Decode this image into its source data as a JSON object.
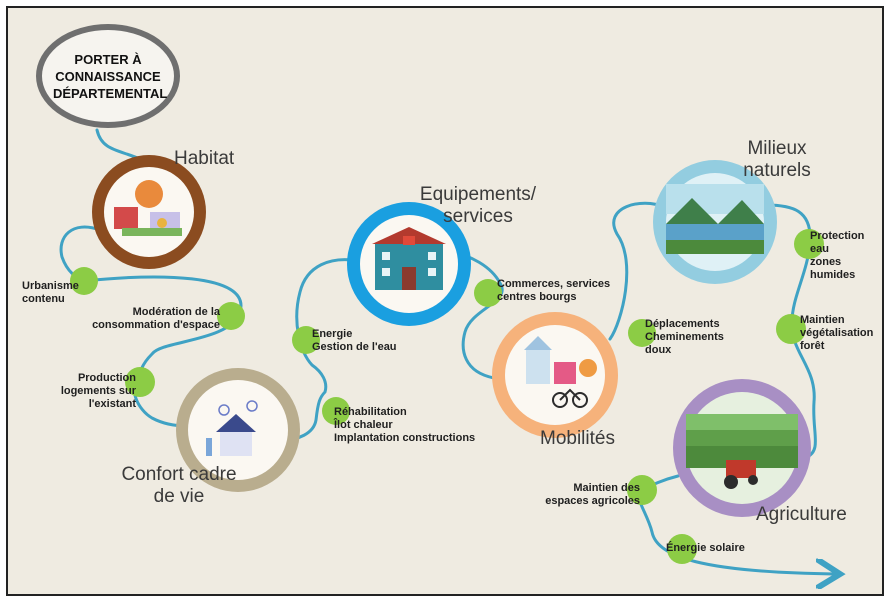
{
  "title": "PORTER À CONNAISSANCE DÉPARTEMENTAL",
  "themes": {
    "habitat": "Habitat",
    "equipements": "Equipements/ services",
    "milieux": "Milieux naturels",
    "confort": "Confort cadre de vie",
    "mobilites": "Mobilités",
    "agriculture": "Agriculture"
  },
  "steps": {
    "urbanisme": "Urbanisme\ncontenu",
    "moderation": "Modération de la\nconsommation d'espace",
    "production": "Production\nlogements sur\nl'existant",
    "energie": "Energie\nGestion de l'eau",
    "rehabilitation": "Réhabilitation\nÎlot chaleur\nImplantation constructions",
    "commerces": "Commerces, services\ncentres bourgs",
    "deplacements": "Déplacements\nCheminements\ndoux",
    "protection": "Protection eau\nzones humides",
    "vegetalisation": "Maintien\nvégétalisation\nforêt",
    "maintien_agri": "Maintien des\nespaces agricoles",
    "solaire": "Énergie solaire"
  },
  "colors": {
    "background": "#efebe1",
    "path": "#3fa2c4",
    "node": "#8ccc45",
    "ring_habitat": "#8b4c20",
    "ring_equipements": "#1a9fe0",
    "ring_milieux": "#93cde0",
    "ring_confort": "#b9ad8e",
    "ring_mobilites": "#f6b27b",
    "ring_agriculture": "#a88fc4"
  }
}
